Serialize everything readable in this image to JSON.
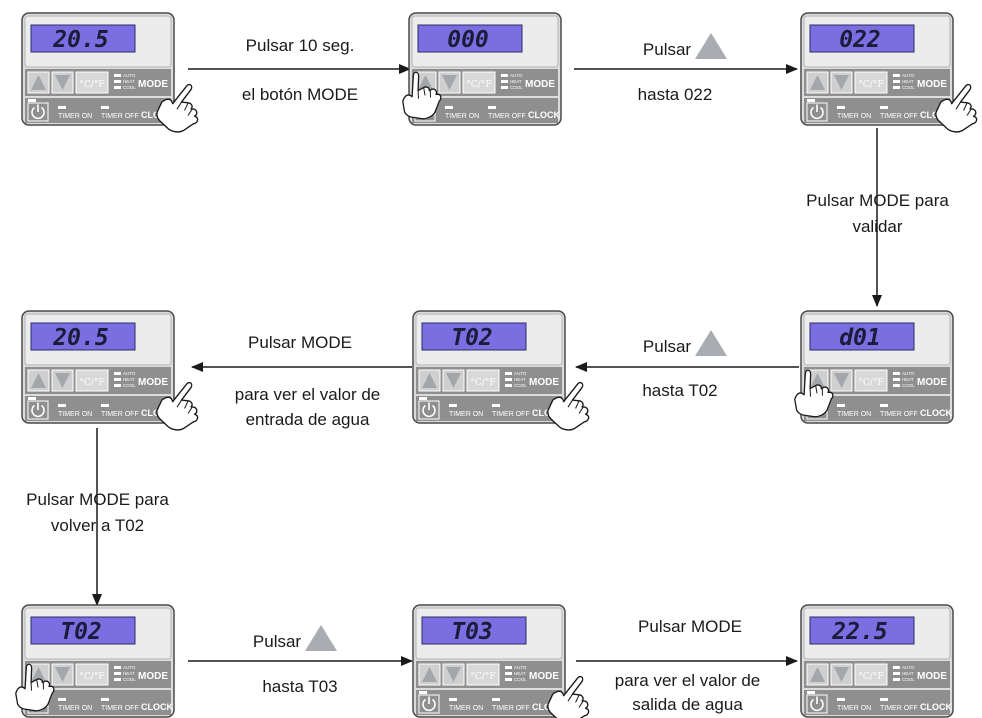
{
  "panels": [
    {
      "id": "p1",
      "display": "20.5",
      "finger": "mode"
    },
    {
      "id": "p2",
      "display": "000",
      "finger": "up"
    },
    {
      "id": "p3",
      "display": "022",
      "finger": "mode"
    },
    {
      "id": "p4",
      "display": "d01",
      "finger": "up"
    },
    {
      "id": "p5",
      "display": "T02",
      "finger": "mode"
    },
    {
      "id": "p6",
      "display": "20.5",
      "finger": "mode"
    },
    {
      "id": "p7",
      "display": "T02",
      "finger": "up"
    },
    {
      "id": "p8",
      "display": "T03",
      "finger": "mode"
    },
    {
      "id": "p9",
      "display": "22.5",
      "finger": "none"
    }
  ],
  "panel_labels": {
    "auto": "AUTO",
    "heat": "HEAT",
    "cool": "COOL",
    "mode": "MODE",
    "cf": "°C/°F",
    "timer_on": "TIMER ON",
    "timer_off": "TIMER OFF",
    "clock": "CLOCK"
  },
  "steps": {
    "s1": {
      "line1": "Pulsar 10 seg.",
      "line2": "el botón MODE"
    },
    "s2": {
      "line1": "Pulsar",
      "line2": "hasta 022"
    },
    "s3": {
      "line1": "Pulsar MODE para",
      "line2": "validar"
    },
    "s4": {
      "line1": "Pulsar",
      "line2": "hasta T02"
    },
    "s5": {
      "line1": "Pulsar MODE",
      "line2": "para ver el valor de",
      "line3": "entrada de agua"
    },
    "s6": {
      "line1": "Pulsar MODE para",
      "line2": "volver a T02"
    },
    "s7": {
      "line1": "Pulsar",
      "line2": "hasta T03"
    },
    "s8": {
      "line1": "Pulsar MODE",
      "line2": "para ver el valor de",
      "line3": "salida de agua"
    }
  },
  "colors": {
    "lcd": "#7a6fe0",
    "lcd_text": "#1c1c3a",
    "panel": "#dcdcdc",
    "button_row": "#8f8f8f",
    "button_up": "#a3a7ab"
  }
}
